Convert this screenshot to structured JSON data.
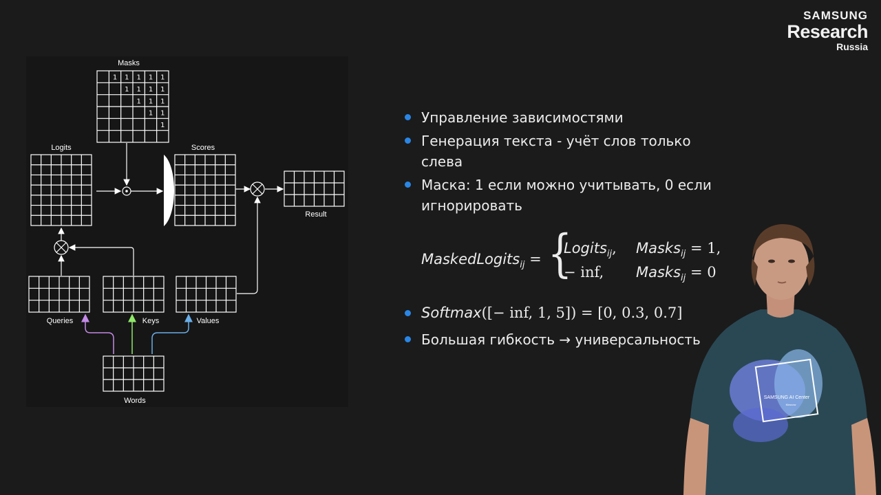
{
  "brand": {
    "line1": "SAMSUNG",
    "line2": "Research",
    "line3": "Russia"
  },
  "diagram": {
    "labels": {
      "masks": "Masks",
      "logits": "Logits",
      "scores": "Scores",
      "result": "Result",
      "queries": "Queries",
      "keys": "Keys",
      "values": "Values",
      "words": "Words"
    },
    "mask_rows": [
      [
        "1",
        "1",
        "1",
        "1",
        "1"
      ],
      [
        "",
        "1",
        "1",
        "1",
        "1"
      ],
      [
        "",
        "",
        "1",
        "1",
        "1"
      ],
      [
        "",
        "",
        "",
        "1",
        "1"
      ],
      [
        "",
        "",
        "",
        "",
        "1"
      ],
      [
        "",
        "",
        "",
        "",
        ""
      ]
    ],
    "arrow_colors": {
      "queries": "#c38ae6",
      "keys": "#8fe86a",
      "values": "#6aaee8"
    }
  },
  "bullets": [
    "Управление зависимостями",
    "Генерация текста - учёт слов только слева",
    "Маска: 1 если можно учитывать, 0 если игнорировать"
  ],
  "formula": {
    "lhs": "MaskedLogits",
    "lhs_sub": "ij",
    "equals": "=",
    "case1_value": "Logits",
    "case1_sub": "ij",
    "case1_sep": ",",
    "case1_cond": "Masks",
    "case1_cond_sub": "ij",
    "case1_rhs": "= 1,",
    "case2_value": "− inf,",
    "case2_cond": "Masks",
    "case2_cond_sub": "ij",
    "case2_rhs": "= 0"
  },
  "softmax": {
    "name": "Softmax",
    "expr": "([− inf, 1, 5]) = [0, 0.3, 0.7]"
  },
  "last_bullet": "Большая гибкость → универсальность",
  "speaker_shirt": {
    "line1": "SAMSUNG AI Center",
    "line2": "Moscow"
  }
}
